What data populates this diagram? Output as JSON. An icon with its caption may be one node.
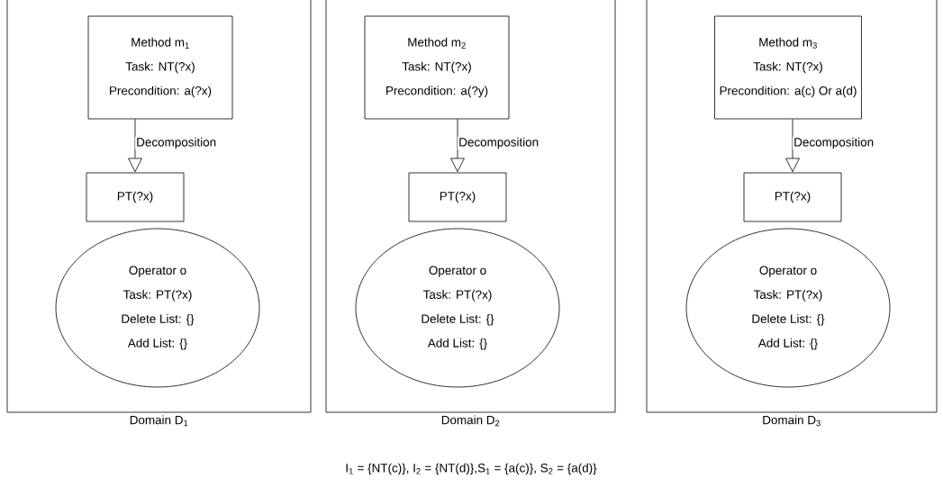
{
  "diagram": {
    "nodes": [
      {
        "text": [
          "Domain D$_{1}$"
        ]
      },
      {
        "text": [
          "Method m$_{1}$",
          "Task: NT(?x)",
          "Precondition: a(?x)"
        ],
        "in": 0
      },
      {
        "text": [
          "PT(?x)"
        ],
        "in": 0
      },
      {
        "text": [
          "Operator o",
          "Task: PT(?x)",
          "Delete List: {}",
          "Add List: {}"
        ],
        "in": 0
      },
      {
        "text": [
          "Domain D$_{2}$"
        ]
      },
      {
        "text": [
          "Method m$_{2}$",
          "Task: NT(?x)",
          "Precondition: a(?y)"
        ],
        "in": 4
      },
      {
        "text": [
          "PT(?x)"
        ],
        "in": 4
      },
      {
        "text": [
          "Operator o",
          "Task: PT(?x)",
          "Delete List: {}",
          "Add List: {}"
        ],
        "in": 4
      },
      {
        "text": [
          "Domain D$_{3}$"
        ]
      },
      {
        "text": [
          "Method m$_{3}$",
          "Task: NT(?x)",
          "Precondition: a(c) Or a(d)"
        ],
        "in": 8
      },
      {
        "text": [
          "PT(?x)"
        ],
        "in": 8
      },
      {
        "text": [
          "Operator o",
          "Task: PT(?x)",
          "Delete List: {}",
          "Add List: {}"
        ],
        "in": 8
      }
    ],
    "edges": [
      {
        "from": 1,
        "to": 2,
        "arrow": "to",
        "label": "Decomposition"
      },
      {
        "from": 5,
        "to": 6,
        "arrow": "to",
        "label": "Decomposition"
      },
      {
        "from": 9,
        "to": 10,
        "arrow": "to",
        "label": "Decomposition"
      }
    ],
    "labels": [
      "I$_{1}$ = {NT(c)}, I$_{2}$ = {NT(d)},S$_{1}$ = {a(c)}, S$_{2}$ = {a(d)}"
    ]
  }
}
